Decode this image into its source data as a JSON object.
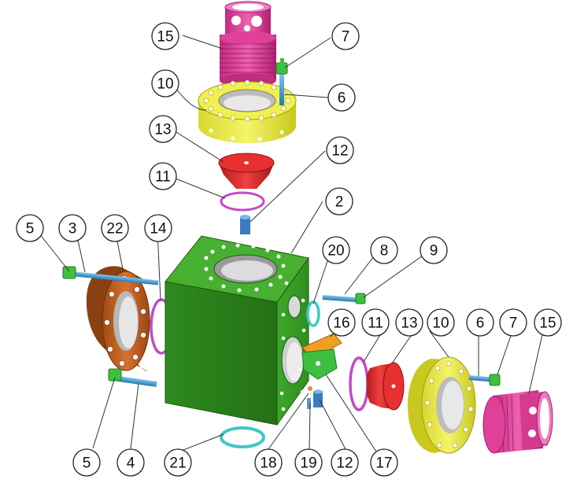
{
  "colors": {
    "body": "#2f8f1f",
    "flange": "#e8e84a",
    "bonnet": "#e0409a",
    "cap": "#d42a2a",
    "ring": "#c060c8",
    "bolt": "#4aa8d8",
    "nut": "#3fbf3f",
    "flange_left": "#c86420",
    "ring_cyan": "#3fc8c8",
    "bracket": "#e08a20"
  },
  "callouts": [
    {
      "id": "c15a",
      "label": "15"
    },
    {
      "id": "c7a",
      "label": "7"
    },
    {
      "id": "c10a",
      "label": "10"
    },
    {
      "id": "c6a",
      "label": "6"
    },
    {
      "id": "c13a",
      "label": "13"
    },
    {
      "id": "c12a",
      "label": "12"
    },
    {
      "id": "c11a",
      "label": "11"
    },
    {
      "id": "c2",
      "label": "2"
    },
    {
      "id": "c5a",
      "label": "5"
    },
    {
      "id": "c3",
      "label": "3"
    },
    {
      "id": "c22",
      "label": "22"
    },
    {
      "id": "c14",
      "label": "14"
    },
    {
      "id": "c20",
      "label": "20"
    },
    {
      "id": "c8",
      "label": "8"
    },
    {
      "id": "c9",
      "label": "9"
    },
    {
      "id": "c16",
      "label": "16"
    },
    {
      "id": "c11b",
      "label": "11"
    },
    {
      "id": "c13b",
      "label": "13"
    },
    {
      "id": "c10b",
      "label": "10"
    },
    {
      "id": "c6b",
      "label": "6"
    },
    {
      "id": "c7b",
      "label": "7"
    },
    {
      "id": "c15b",
      "label": "15"
    },
    {
      "id": "c5b",
      "label": "5"
    },
    {
      "id": "c4",
      "label": "4"
    },
    {
      "id": "c21",
      "label": "21"
    },
    {
      "id": "c18",
      "label": "18"
    },
    {
      "id": "c19",
      "label": "19"
    },
    {
      "id": "c12b",
      "label": "12"
    },
    {
      "id": "c17",
      "label": "17"
    }
  ]
}
